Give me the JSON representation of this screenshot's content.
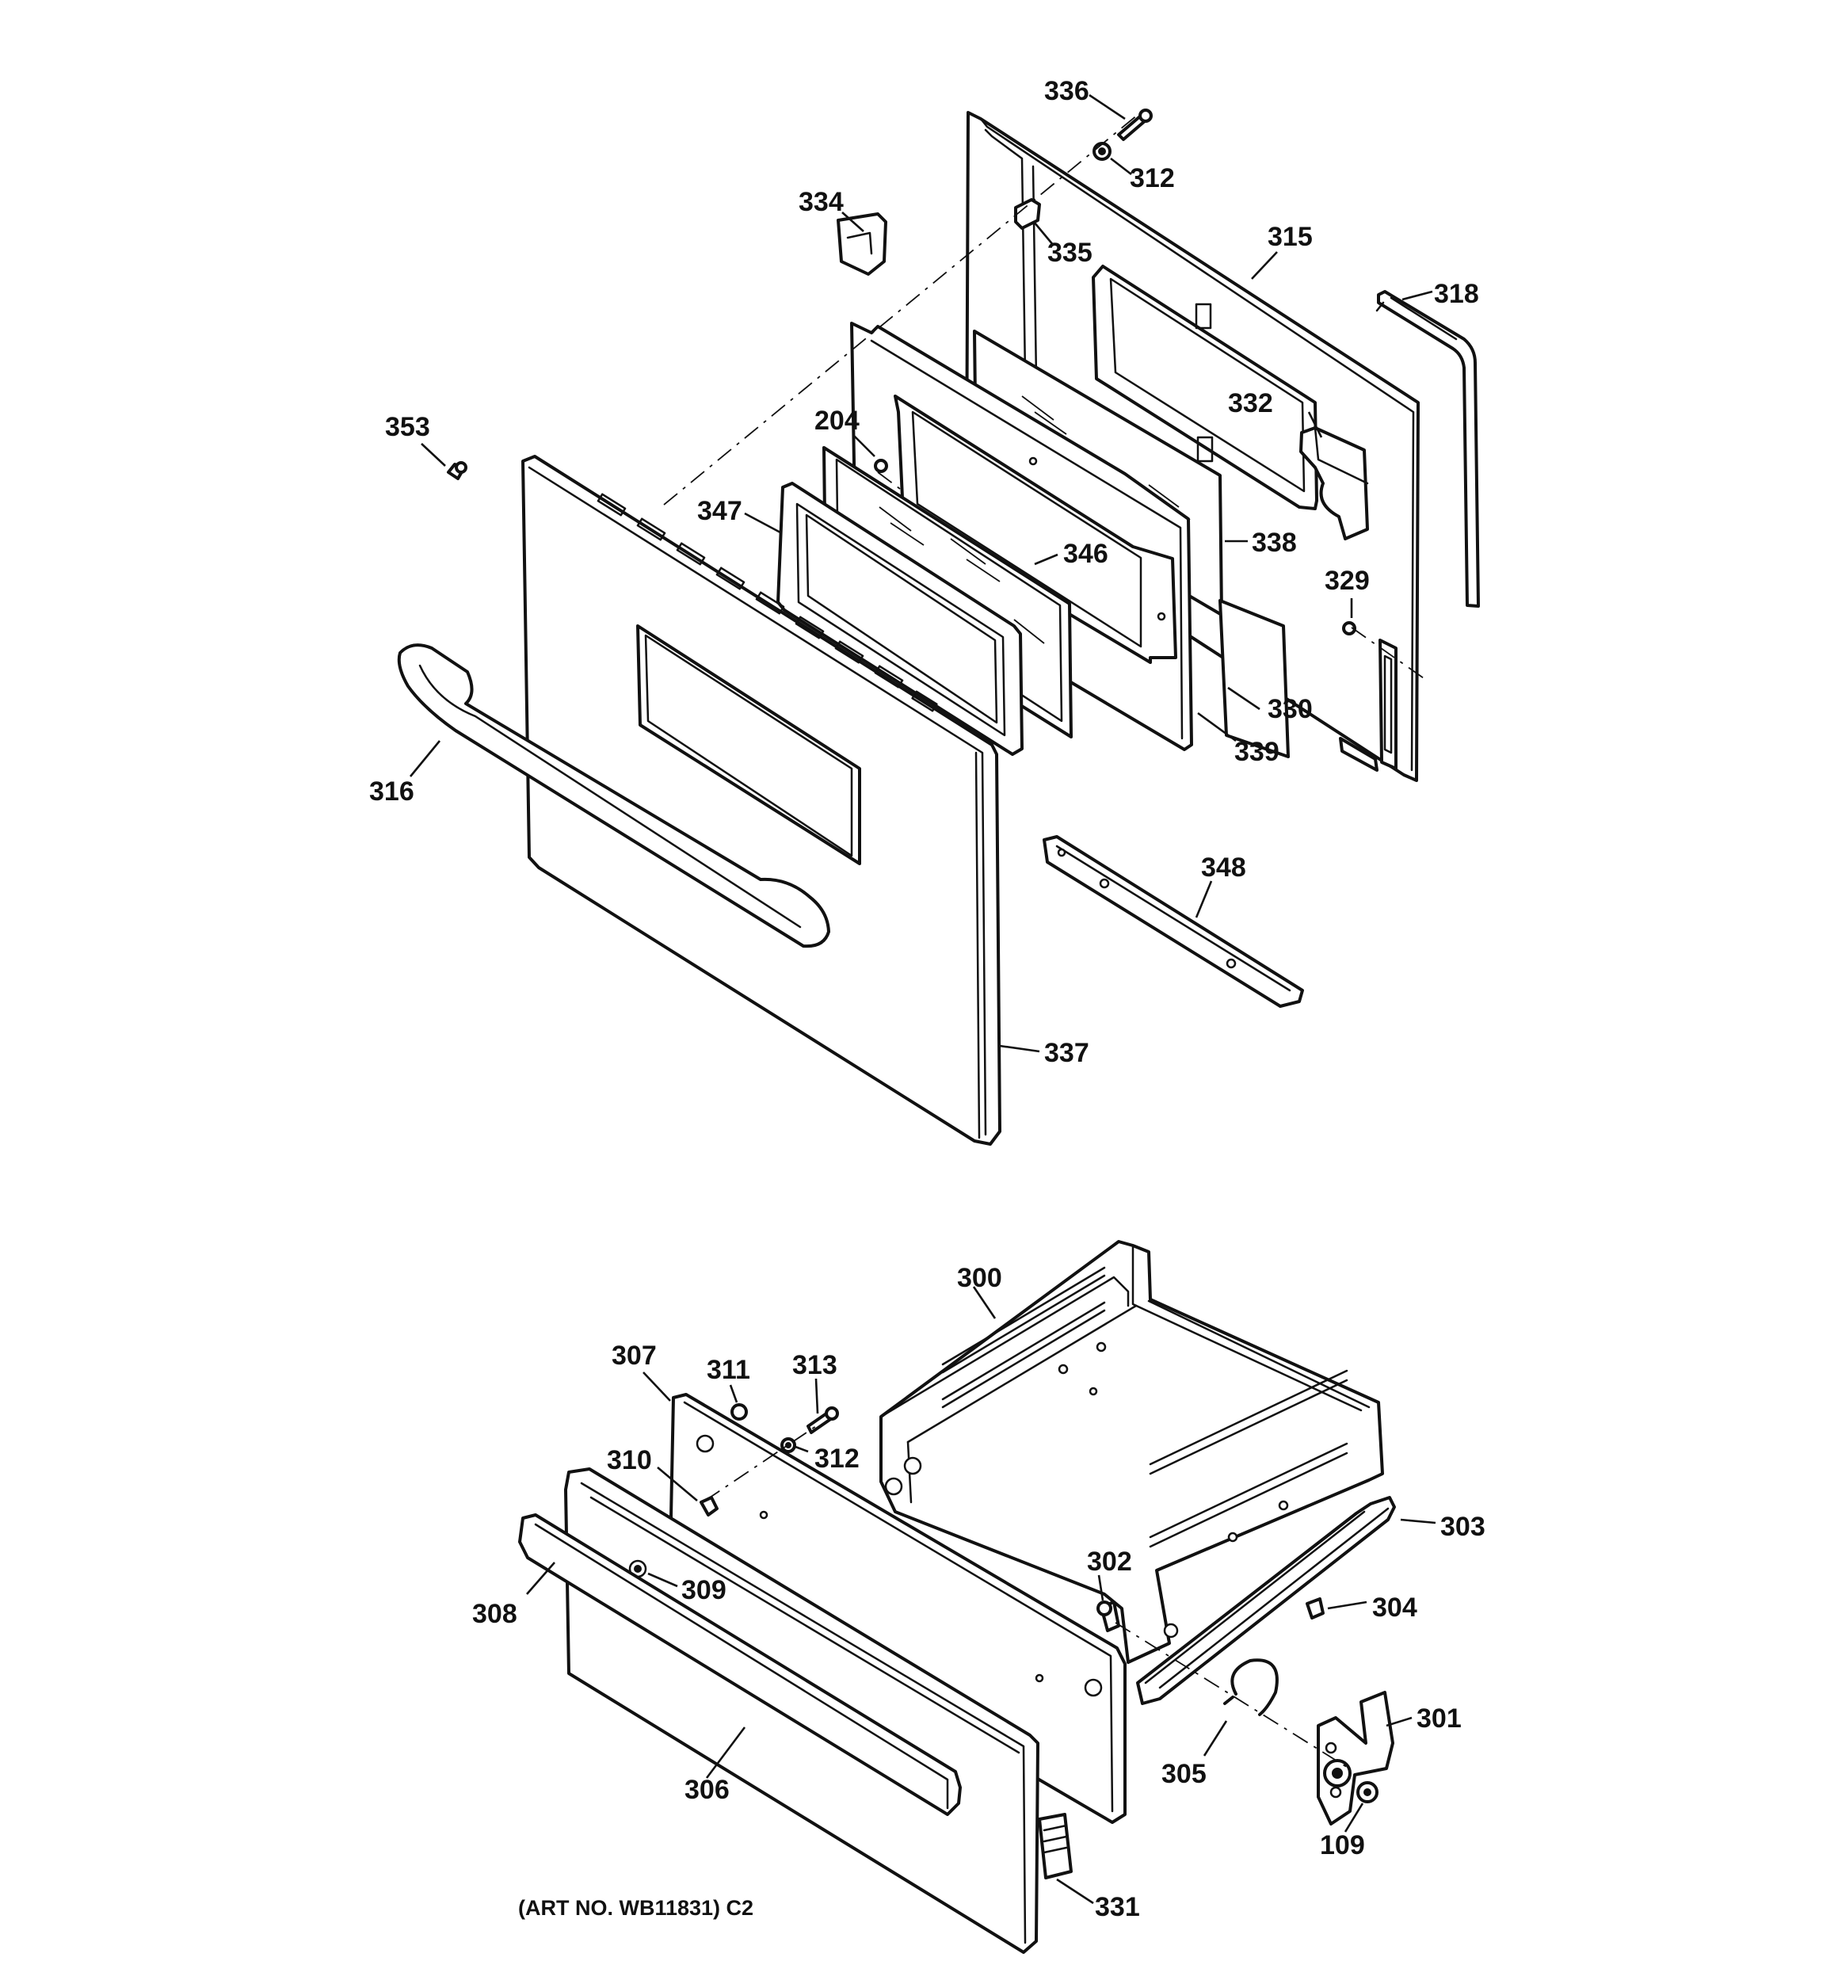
{
  "callouts": {
    "p336": "336",
    "p312_top": "312",
    "p334": "334",
    "p335": "335",
    "p315": "315",
    "p318": "318",
    "p353": "353",
    "p204": "204",
    "p332": "332",
    "p347": "347",
    "p346": "346",
    "p338": "338",
    "p329": "329",
    "p330": "330",
    "p339": "339",
    "p316": "316",
    "p348": "348",
    "p337": "337",
    "p300": "300",
    "p307": "307",
    "p311": "311",
    "p313": "313",
    "p310": "310",
    "p312_bottom": "312",
    "p303": "303",
    "p302": "302",
    "p309": "309",
    "p308": "308",
    "p304": "304",
    "p301": "301",
    "p305": "305",
    "p306": "306",
    "p109": "109",
    "p331": "331"
  },
  "art_number": "(ART NO. WB11831) C2"
}
